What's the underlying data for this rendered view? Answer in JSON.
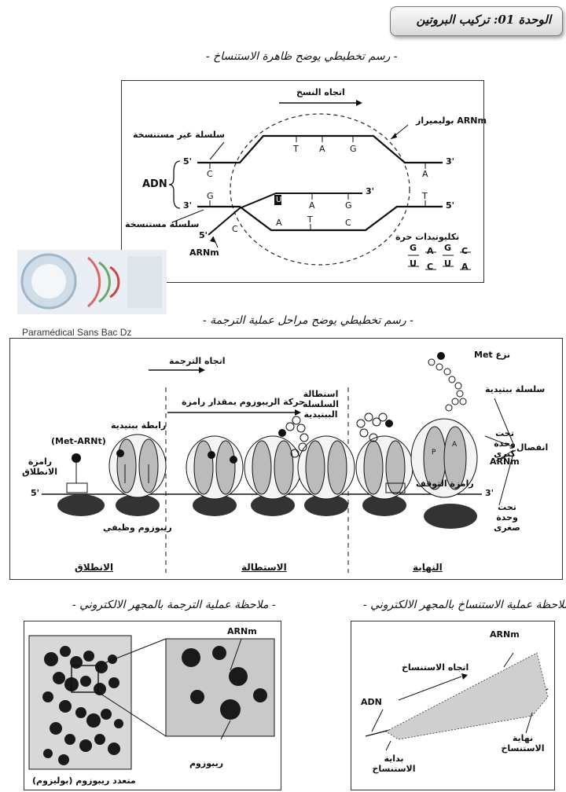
{
  "header": {
    "unit_title": "الوحدة 01: تركيب البروتين"
  },
  "transcription_schema": {
    "title": "- رسم تخطيطي يوضح ظاهرة الاستنساخ -",
    "direction": "اتجاه النسخ",
    "polymerase": "ARNm بوليميراز",
    "non_template": "سلسلة غير مستنسخة",
    "template": "سلسلة مستنسخة",
    "adn": "ADN",
    "arnm": "ARNm",
    "free_nucleotides": "نكليوتيدات حرة",
    "end_5": "5'",
    "end_3": "3'",
    "bases_top": [
      "T",
      "A",
      "G"
    ],
    "bases_bottom": [
      "A",
      "T",
      "C"
    ],
    "bases_rna": [
      "U",
      "A",
      "G"
    ],
    "base_c1": "C",
    "base_a1": "A",
    "base_g1": "G",
    "base_t1": "T",
    "base_c2": "C",
    "nuc_row1": [
      "G",
      "A",
      "G",
      "C"
    ],
    "nuc_row2": [
      "U",
      "C",
      "U",
      "A"
    ]
  },
  "watermark": {
    "text": "Paramédical Sans Bac Dz"
  },
  "translation_schema": {
    "title": "- رسم تخطيطي يوضح مراحل عملية الترجمة -",
    "direction": "اتجاه الترجمة",
    "met_arnt": "(Met-ARNt)",
    "start_codon": "رامزة الانطلاق",
    "peptide_bond": "رابطة ببتيدية",
    "ribosome_move": "حركة الريبوزوم بمقدار رامزة",
    "elongation_chain": "استطالة السلسلة الببتيدية",
    "functional_ribosome": "ريبوزوم وظيفي",
    "stop_codon": "رامزة التوقف",
    "met_removal": "نزع Met",
    "peptide_chain": "سلسلة ببتيدية",
    "large_subunit": "تحت وحدة كبرى",
    "arnm": "ARNm",
    "separation": "انفصال",
    "small_subunit": "تحت وحدة صغرى",
    "end_5": "5'",
    "end_3": "3'",
    "phase_initiation": "الانطلاق",
    "phase_elongation": "الاستطالة",
    "phase_termination": "النهاية",
    "site_p": "P",
    "site_a": "A"
  },
  "em_translation": {
    "title": "- ملاحظة عملية الترجمة بالمجهر الالكتروني -",
    "arnm": "ARNm",
    "ribosome": "ريبوزوم",
    "polysome": "متعدد ريبوزوم (بوليزوم)"
  },
  "em_transcription": {
    "title": "- ملاحظة عملية الاستنساخ بالمجهر الالكتروني -",
    "arnm": "ARNm",
    "direction": "اتجاه الاستنساخ",
    "adn": "ADN",
    "start": "بداية الاستنساخ",
    "end": "نهاية الاستنساخ"
  }
}
